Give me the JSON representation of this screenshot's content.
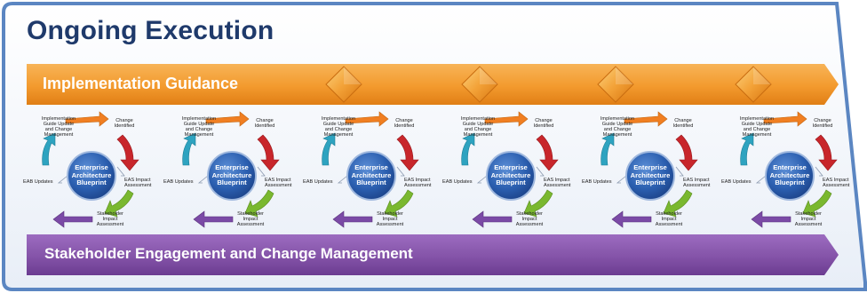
{
  "title": "Ongoing Execution",
  "top_band": {
    "label": "Implementation Guidance"
  },
  "bottom_band": {
    "label": "Stakeholder Engagement and Change Management"
  },
  "cycle": {
    "center": [
      "Enterprise",
      "Architecture",
      "Blueprint"
    ],
    "guide_update": [
      "Implementation",
      "Guide Update",
      "and Change",
      "Management"
    ],
    "change_identified": [
      "Change",
      "Identified"
    ],
    "impact_assessment": [
      "EAS Impact",
      "Assessment"
    ],
    "stakeholder_assessment": [
      "Stakeholder",
      "Impact",
      "Assessment"
    ],
    "eab_updates": "EAB Updates"
  },
  "colors": {
    "title": "#1f3a6b",
    "frame_border": "#5b86c2",
    "top_band": "#f39a2e",
    "bottom_band": "#8453a8",
    "hub": "#2b5fb0",
    "arrow_orange": "#f07f22",
    "arrow_red": "#c8262b",
    "arrow_green": "#7ab82f",
    "arrow_purple": "#7b4aa6",
    "arrow_teal": "#2ea3c0"
  }
}
